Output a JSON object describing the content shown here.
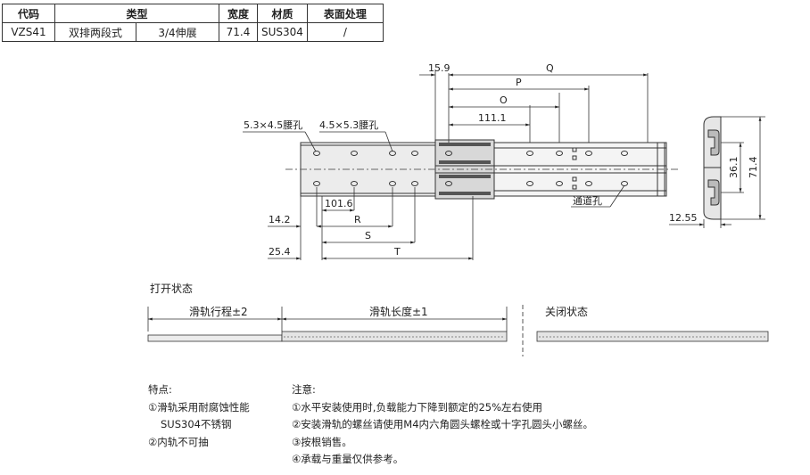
{
  "spec_table": {
    "headers": {
      "code": "代码",
      "type": "类型",
      "width": "宽度",
      "material": "材质",
      "surface": "表面处理"
    },
    "row": {
      "code": "VZS41",
      "type_a": "双排两段式",
      "type_b": "3/4伸展",
      "width": "71.4",
      "material": "SUS304",
      "surface": "/"
    }
  },
  "drawing": {
    "dim_15_9": "15.9",
    "dim_Q": "Q",
    "dim_P": "P",
    "dim_O": "O",
    "dim_111_1": "111.1",
    "slot_a": "5.3×4.5腰孔",
    "slot_b": "4.5×5.3腰孔",
    "dim_101_6": "101.6",
    "dim_14_2": "14.2",
    "dim_R": "R",
    "dim_S": "S",
    "dim_25_4": "25.4",
    "dim_T": "T",
    "through_hole": "通道孔",
    "dim_36_1": "36.1",
    "dim_71_4": "71.4",
    "dim_12_55": "12.55"
  },
  "states": {
    "open_title": "打开状态",
    "travel": "滑轨行程±2",
    "length": "滑轨长度±1",
    "closed_title": "关闭状态"
  },
  "features": {
    "title": "特点:",
    "line1": "①滑轨采用耐腐蚀性能",
    "line2": "SUS304不锈钢",
    "line3": "②内轨不可抽"
  },
  "notes": {
    "title": "注意:",
    "n1": "①水平安装使用时,负载能力下降到额定的25%左右使用",
    "n2": "②安装滑轨的螺丝请使用M4内六角圆头螺栓或十字孔圆头小螺丝。",
    "n3": "③按根销售。",
    "n4": "④承载与重量仅供参考。"
  }
}
